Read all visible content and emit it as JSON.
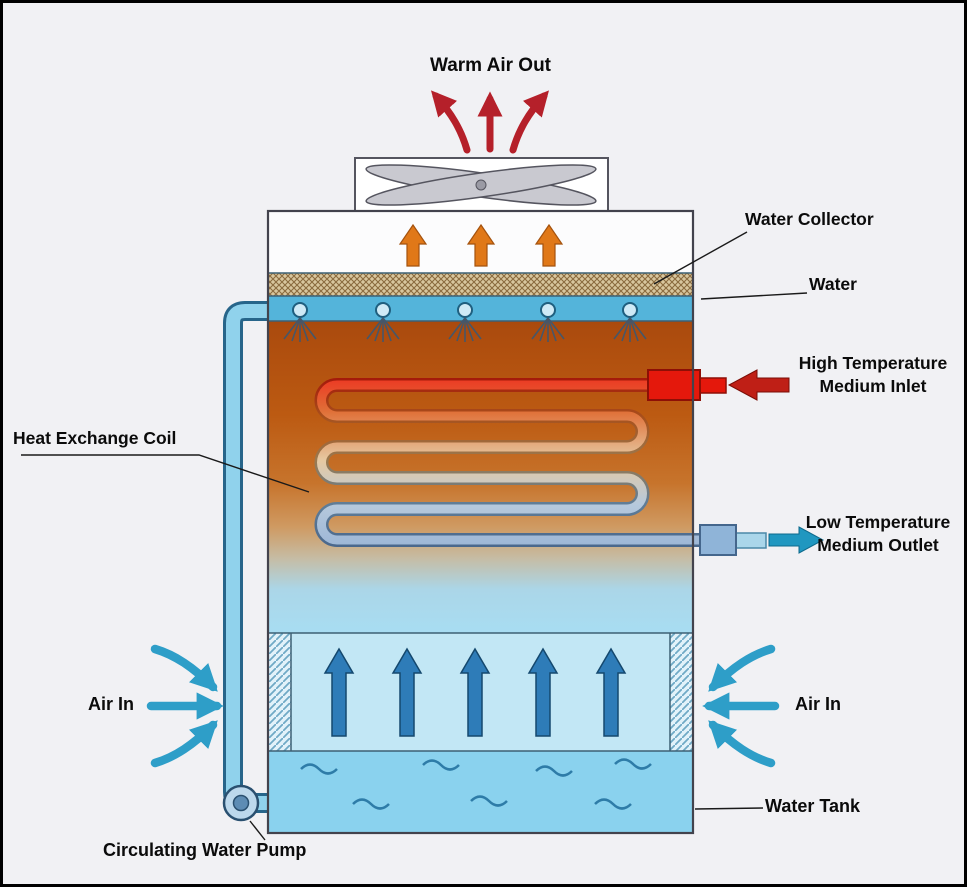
{
  "labels": {
    "warm_air_out": "Warm Air Out",
    "water_collector": "Water Collector",
    "water": "Water",
    "high_temp_inlet": "High Temperature\nMedium Inlet",
    "heat_exchange_coil": "Heat Exchange Coil",
    "low_temp_outlet": "Low Temperature\nMedium Outlet",
    "air_in_left": "Air In",
    "air_in_right": "Air In",
    "water_tank": "Water Tank",
    "circulating_water_pump": "Circulating Water Pump"
  },
  "colors": {
    "background": "#f1f1f4",
    "frame": "#000000",
    "warm_air_arrow": "#b5202a",
    "draft_arrow_orange": "#e07818",
    "updraft_arrow": "#2e7cb8",
    "air_arrow": "#2e9ec8",
    "inlet_red": "#e4180c",
    "outlet_blue": "#8fb4d8",
    "spray_water": "#54b4da",
    "tank_water": "#8ad2ee",
    "pipe_fill": "#90d2ec",
    "hot_zone_top": "#aa4a0d",
    "cool_zone_bottom": "#a8ddf2"
  },
  "icons": {
    "fan": "fan-icon",
    "pump": "pump-icon",
    "spray_nozzle": "spray-nozzle-icon"
  }
}
